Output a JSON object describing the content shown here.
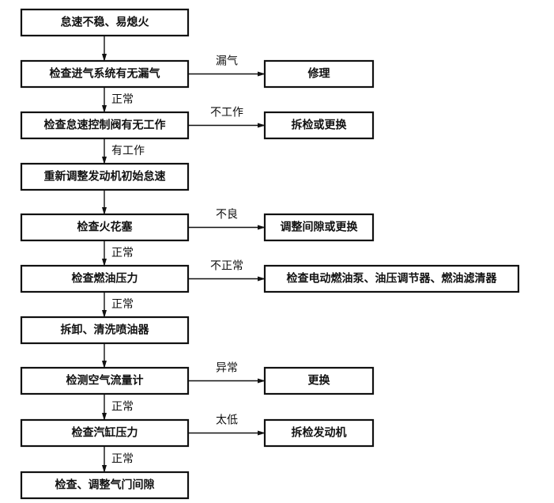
{
  "main_steps": [
    "怠速不稳、易熄火",
    "检查进气系统有无漏气",
    "检查怠速控制阀有无工作",
    "重新调整发动机初始怠速",
    "检查火花塞",
    "检查燃油压力",
    "拆卸、清洗喷油器",
    "检测空气流量计",
    "检查汽缸压力",
    "检查、调整气门间隙"
  ],
  "down_labels": [
    "",
    "正常",
    "有工作",
    "",
    "正常",
    "正常",
    "",
    "正常",
    "正常"
  ],
  "branches": [
    {
      "from": 1,
      "condition": "漏气",
      "action": "修理"
    },
    {
      "from": 2,
      "condition": "不工作",
      "action": "拆检或更换"
    },
    {
      "from": 4,
      "condition": "不良",
      "action": "调整间隙或更换"
    },
    {
      "from": 5,
      "condition": "不正常",
      "action": "检查电动燃油泵、油压调节器、燃油滤清器"
    },
    {
      "from": 7,
      "condition": "异常",
      "action": "更换"
    },
    {
      "from": 8,
      "condition": "太低",
      "action": "拆检发动机"
    }
  ]
}
